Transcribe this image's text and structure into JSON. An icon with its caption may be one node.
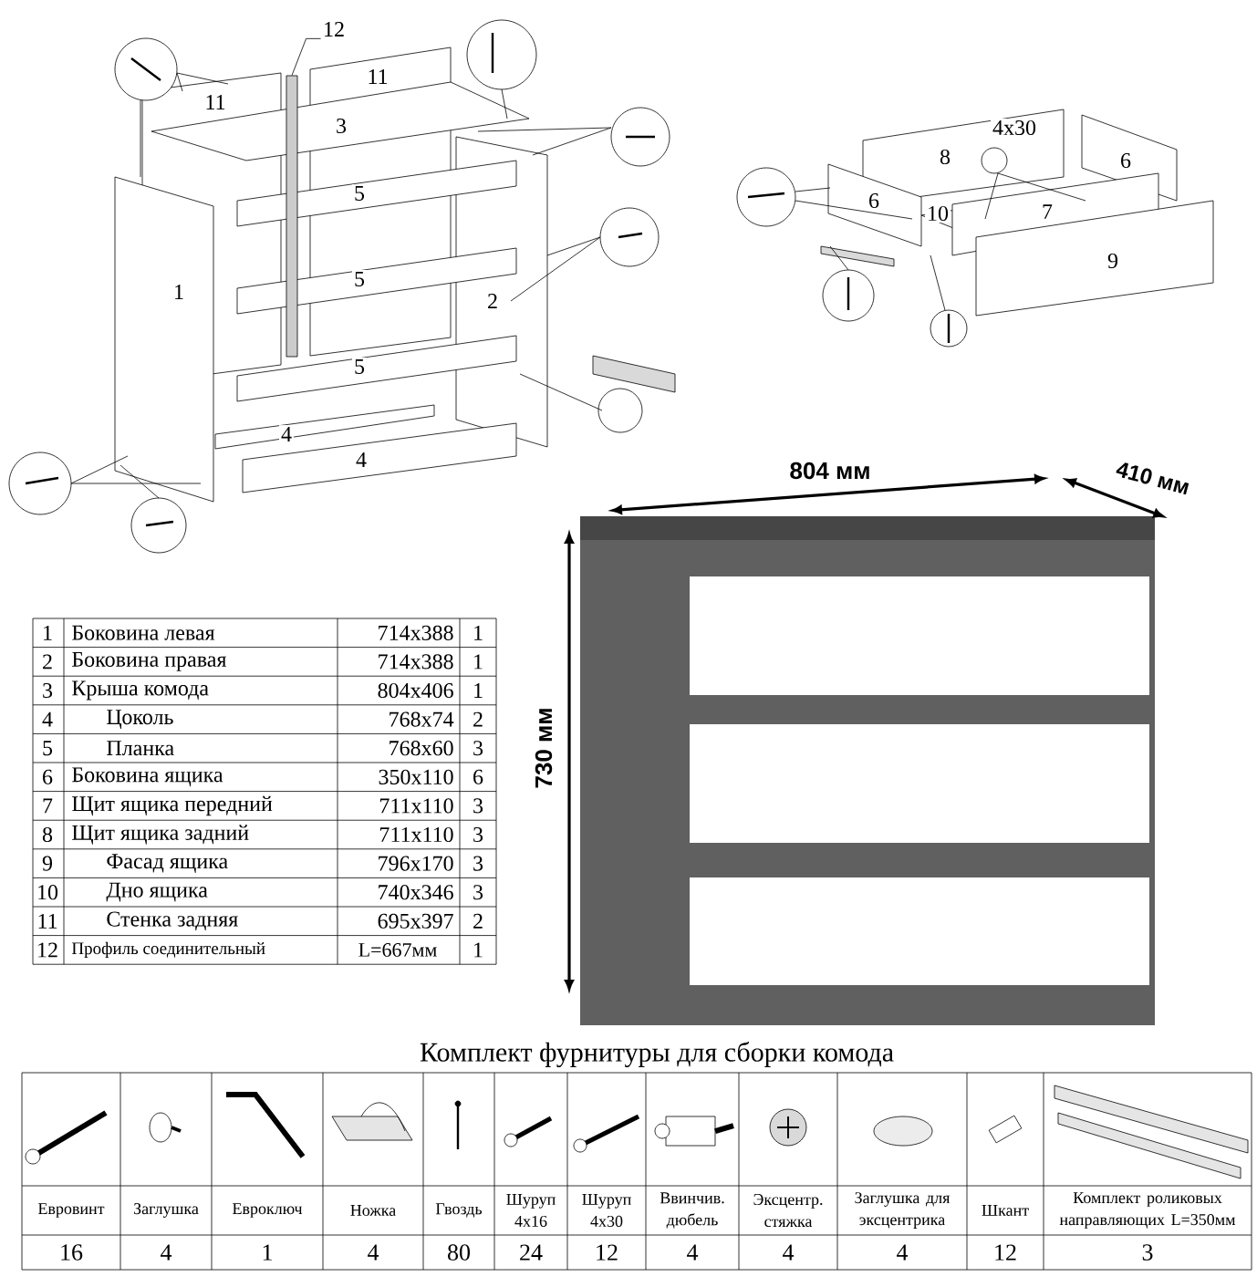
{
  "diagram": {
    "title": "Комплект фурнитуры для сборки комода",
    "nodes": [
      {
        "text": [
          "12"
        ]
      },
      {
        "text": [],
        "shape": "bar"
      }
    ],
    "edges": [
      {
        "from": 0,
        "to": 1,
        "arrow": "none"
      }
    ],
    "labels": [
      "11",
      "11",
      "3",
      "5",
      "5",
      "5",
      "1",
      "2",
      "4",
      "4",
      "8",
      "4x30",
      "6",
      "6",
      "10",
      "7",
      "9",
      "804 мм",
      "410 мм",
      "730 мм",
      "1",
      "Боковина левая",
      "714x388",
      "1",
      "2",
      "Боковина правая",
      "714x388",
      "1",
      "3",
      "Крыша комода",
      "804x406",
      "1",
      "4",
      "Цоколь",
      "768x74",
      "2",
      "5",
      "Планка",
      "768x60",
      "3",
      "6",
      "Боковина ящика",
      "350x110",
      "6",
      "7",
      "Щит ящика передний",
      "711x110",
      "3",
      "8",
      "Щит ящика задний",
      "711x110",
      "3",
      "9",
      "Фасад ящика",
      "796x170",
      "3",
      "10",
      "Дно ящика",
      "740x346",
      "3",
      "11",
      "Стенка задняя",
      "695x397",
      "2",
      "12",
      "Профиль соединительный",
      "L=667мм",
      "1",
      "Евровинт",
      "Заглушка",
      "Евроключ",
      "Ножка",
      "Гвоздь",
      "Шуруп 4x16",
      "Шуруп 4x30",
      "Ввинчив. дюбель",
      "Эксцентр. стяжка",
      "Заглушка для эксцентрика",
      "Шкант",
      "Комплект роликовых направляющих L=350мм",
      "16",
      "4",
      "1",
      "4",
      "80",
      "24",
      "12",
      "4",
      "4",
      "4",
      "12",
      "3"
    ]
  }
}
